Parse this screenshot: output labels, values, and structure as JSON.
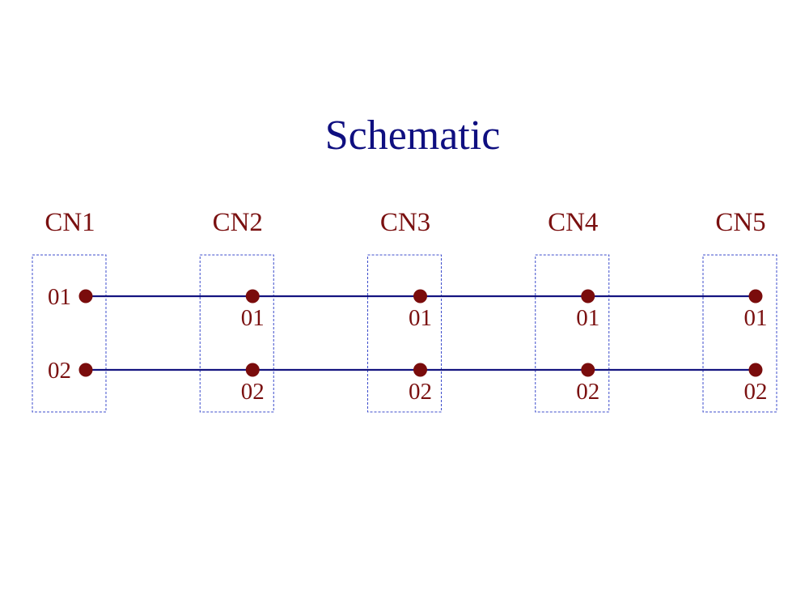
{
  "title": "Schematic",
  "colors": {
    "title": "#0f0f80",
    "label": "#7a1010",
    "wire": "#141480",
    "box_border": "#3c4ccc",
    "pin_dot": "#7a0c0c"
  },
  "connectors": [
    {
      "name": "CN1",
      "pins": [
        "01",
        "02"
      ]
    },
    {
      "name": "CN2",
      "pins": [
        "01",
        "02"
      ]
    },
    {
      "name": "CN3",
      "pins": [
        "01",
        "02"
      ]
    },
    {
      "name": "CN4",
      "pins": [
        "01",
        "02"
      ]
    },
    {
      "name": "CN5",
      "pins": [
        "01",
        "02"
      ]
    }
  ],
  "nets": [
    {
      "pin": "01",
      "connects": [
        "CN1",
        "CN2",
        "CN3",
        "CN4",
        "CN5"
      ]
    },
    {
      "pin": "02",
      "connects": [
        "CN1",
        "CN2",
        "CN3",
        "CN4",
        "CN5"
      ]
    }
  ]
}
